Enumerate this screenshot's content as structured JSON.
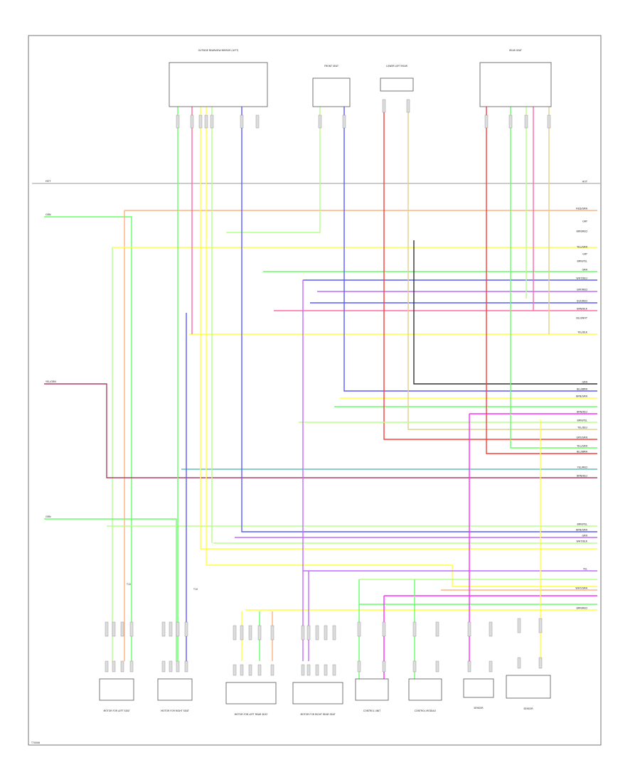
{
  "diagram": {
    "colors": {
      "red": "#ff3b3b",
      "pink": "#ff6aa8",
      "magenta": "#ff2bff",
      "orange": "#ffb080",
      "yellow": "#ffff40",
      "green": "#66ff66",
      "light_green": "#b6ff8a",
      "blue": "#5b5bff",
      "violet": "#c06bff",
      "tan": "#e0d090",
      "gray": "#bbbbbb",
      "black": "#333333",
      "maroon": "#b04060",
      "teal": "#60c0c0",
      "frame": "#555555"
    },
    "left_labels": [
      "HOT",
      "GRN",
      "YEL/GRN",
      "GRN"
    ],
    "right_labels": [
      "HOT",
      "RED/GRN",
      "GRY",
      "BRN/RED",
      "YEL/GRN",
      "GRY",
      "BRN/YEL",
      "GRN",
      "WHT/BLU",
      "GRY/RED",
      "BLK/RED",
      "BRN/BLK",
      "BLU/WHT",
      "YEL/BLK",
      "GRN",
      "BLU/BRN",
      "BRN/GRN",
      "BRN/BLU",
      "BRN/YEL",
      "YEL/BLU",
      "GRY/GRN",
      "YEL/GRN",
      "BLU/BRN",
      "YEL/RED",
      "BRN/BLU",
      "BRN/YEL",
      "BRN/GRN",
      "GRN",
      "WHT/BLK",
      "YEL",
      "WHT/GRN",
      "BRN/RED"
    ],
    "top_components": [
      {
        "name": "OUTSIDE REARVIEW MIRROR (LEFT)"
      },
      {
        "name": "FRONT SEAT"
      },
      {
        "name": "LOWER LEFT REAR"
      },
      {
        "name": "REAR SEAT"
      }
    ],
    "bottom_components": [
      {
        "name": "MOTOR FOR LEFT SEAT"
      },
      {
        "name": "MOTOR FOR RIGHT SEAT"
      },
      {
        "name": "MOTOR FOR LEFT REAR SEAT"
      },
      {
        "name": "MOTOR FOR RIGHT REAR SEAT"
      },
      {
        "name": "CONTROL UNIT"
      },
      {
        "name": "CONTROL MODULE"
      },
      {
        "name": "SENSOR"
      },
      {
        "name": "SENSOR"
      }
    ],
    "connector_labels": [
      "T10",
      "T10"
    ],
    "footer_code": "T70006"
  }
}
